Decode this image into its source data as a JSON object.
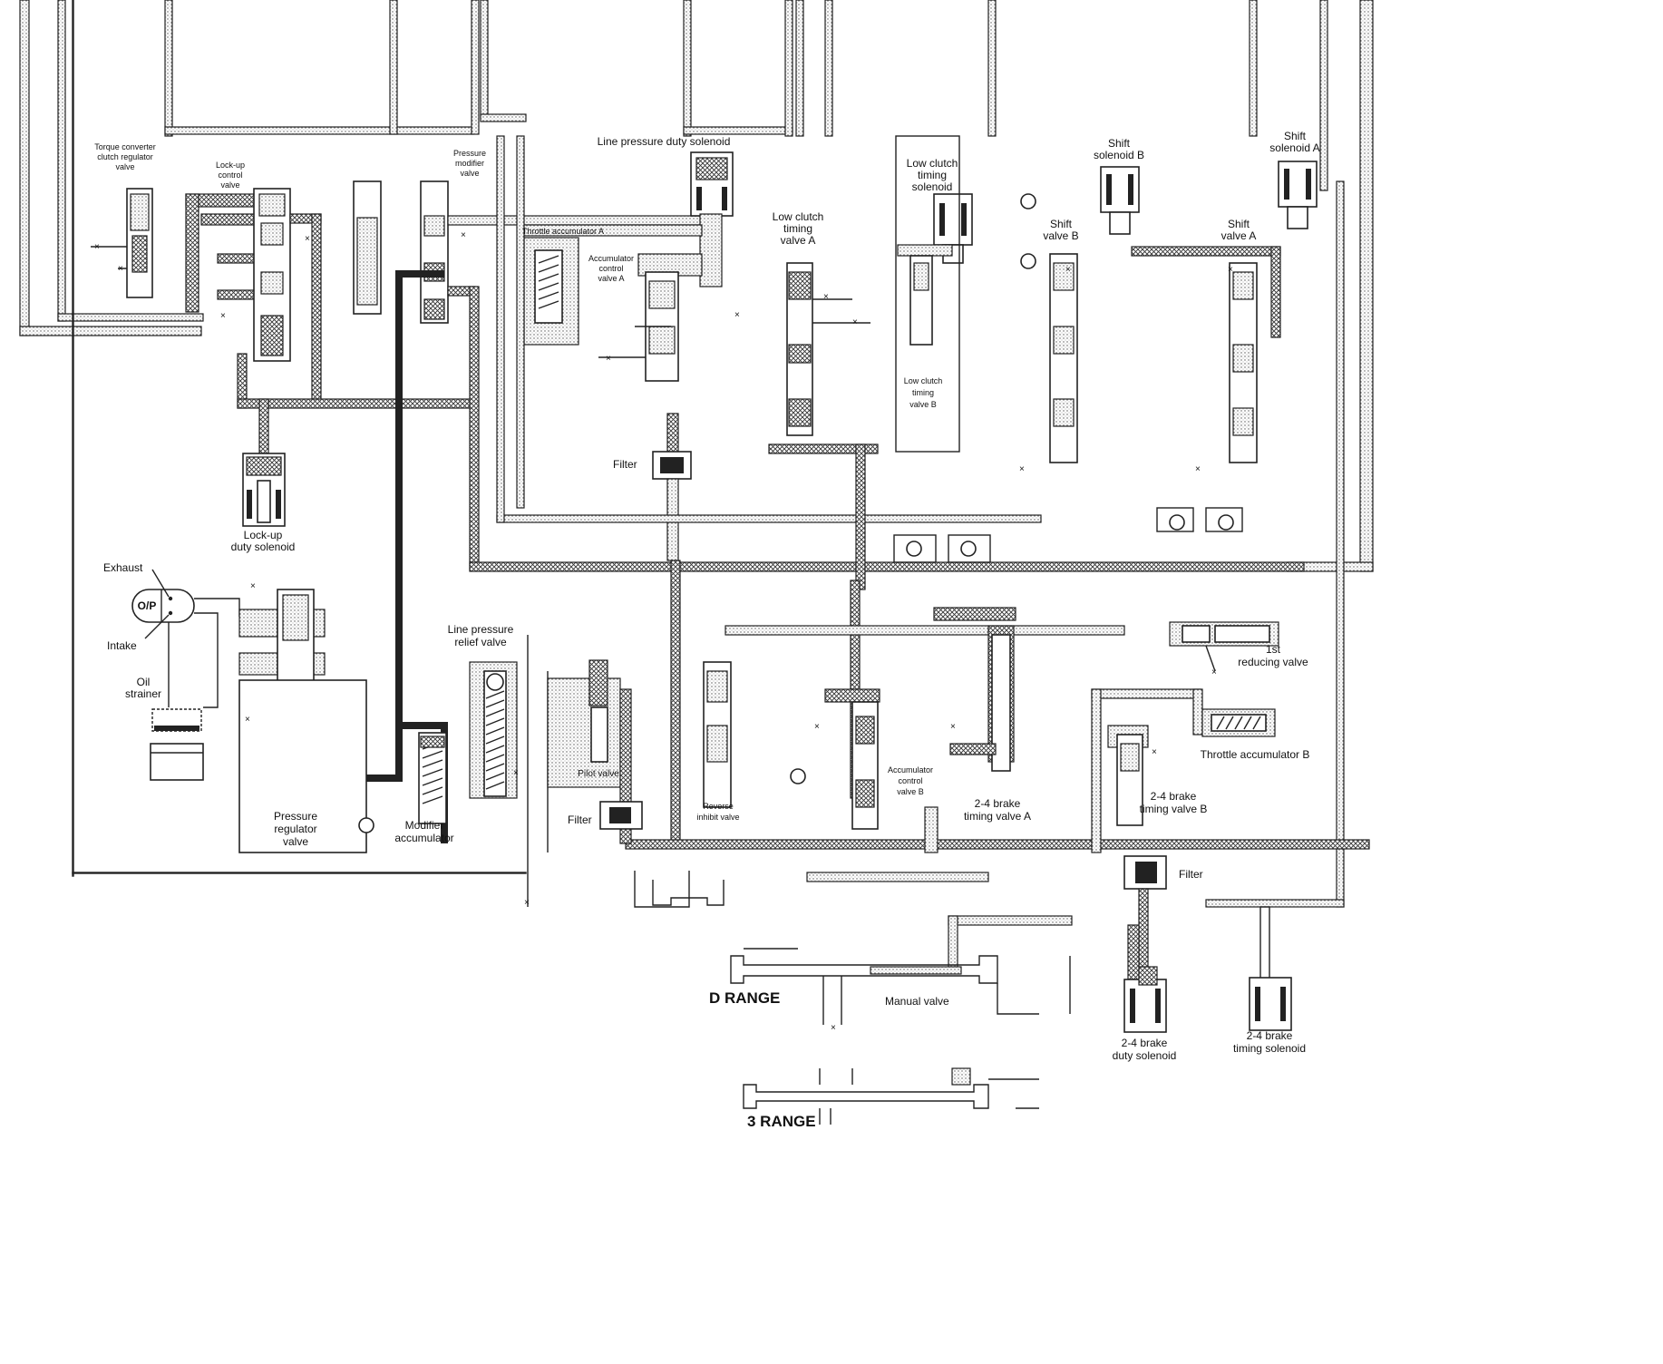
{
  "labels": {
    "torque_converter_valve": [
      "Torque converter",
      "clutch regulator",
      "valve"
    ],
    "lockup_control_valve": [
      "Lock-up",
      "control",
      "valve"
    ],
    "pressure_modifier_valve": [
      "Pressure",
      "modifier",
      "valve"
    ],
    "line_pressure_duty_solenoid": "Line pressure duty solenoid",
    "throttle_accumulator_a": "Throttle accumulator A",
    "accumulator_control_valve_a": [
      "Accumulator",
      "control",
      "valve A"
    ],
    "low_clutch_timing_solenoid": [
      "Low clutch",
      "timing",
      "solenoid"
    ],
    "low_clutch_timing_valve_a": [
      "Low clutch",
      "timing",
      "valve A"
    ],
    "low_clutch_timing_valve_b": [
      "Low clutch",
      "timing",
      "valve B"
    ],
    "shift_solenoid_b": [
      "Shift",
      "solenoid B"
    ],
    "shift_valve_b": [
      "Shift",
      "valve B"
    ],
    "shift_solenoid_a": [
      "Shift",
      "solenoid A"
    ],
    "shift_valve_a": [
      "Shift",
      "valve A"
    ],
    "filter_1": "Filter",
    "lockup_duty_solenoid": [
      "Lock-up",
      "duty solenoid"
    ],
    "exhaust": "Exhaust",
    "op": "O/P",
    "intake": "Intake",
    "oil_strainer": [
      "Oil",
      "strainer"
    ],
    "pressure_regulator_valve": [
      "Pressure",
      "regulator",
      "valve"
    ],
    "modifier_accumulator": [
      "Modifier",
      "accumulator"
    ],
    "line_pressure_relief_valve": [
      "Line pressure",
      "relief valve"
    ],
    "pilot_valve": "Pilot valve",
    "filter_2": "Filter",
    "reverse_inhibit_valve": [
      "Reverse",
      "inhibit valve"
    ],
    "accumulator_control_valve_b": [
      "Accumulator",
      "control",
      "valve B"
    ],
    "brake_24_timing_valve_a": [
      "2-4 brake",
      "timing valve A"
    ],
    "first_reducing_valve": [
      "1st",
      "reducing valve"
    ],
    "throttle_accumulator_b": "Throttle accumulator B",
    "brake_24_timing_valve_b": [
      "2-4 brake",
      "timing valve B"
    ],
    "filter_3": "Filter",
    "d_range": "D RANGE",
    "manual_valve": "Manual valve",
    "brake_24_duty_solenoid": [
      "2-4 brake",
      "duty solenoid"
    ],
    "brake_24_timing_solenoid": [
      "2-4 brake",
      "timing solenoid"
    ],
    "three_range": "3 RANGE"
  },
  "colors": {
    "line": "#222222",
    "background": "#ffffff"
  }
}
